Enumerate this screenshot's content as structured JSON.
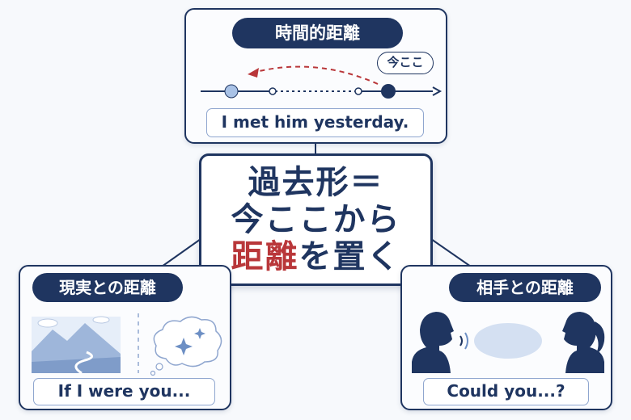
{
  "center": {
    "line1": "過去形＝",
    "line2": "今ここから",
    "line3_accent": "距離",
    "line3_rest": "を置く"
  },
  "top_card": {
    "title": "時間的距離",
    "now_label": "今ここ",
    "example": "I met him yesterday."
  },
  "left_card": {
    "title": "現実との距離",
    "example": "If I were you..."
  },
  "right_card": {
    "title": "相手との距離",
    "example": "Could you...?"
  },
  "colors": {
    "navy": "#1f3560",
    "accent_red": "#b9373a",
    "light_blue": "#a9c2e6",
    "background": "#f7f9fc"
  },
  "icons": [
    "mountain-landscape-icon",
    "thought-cloud-icon",
    "sparkle-icon",
    "speaker-head-icon",
    "listener-head-icon",
    "sound-waves-icon"
  ]
}
